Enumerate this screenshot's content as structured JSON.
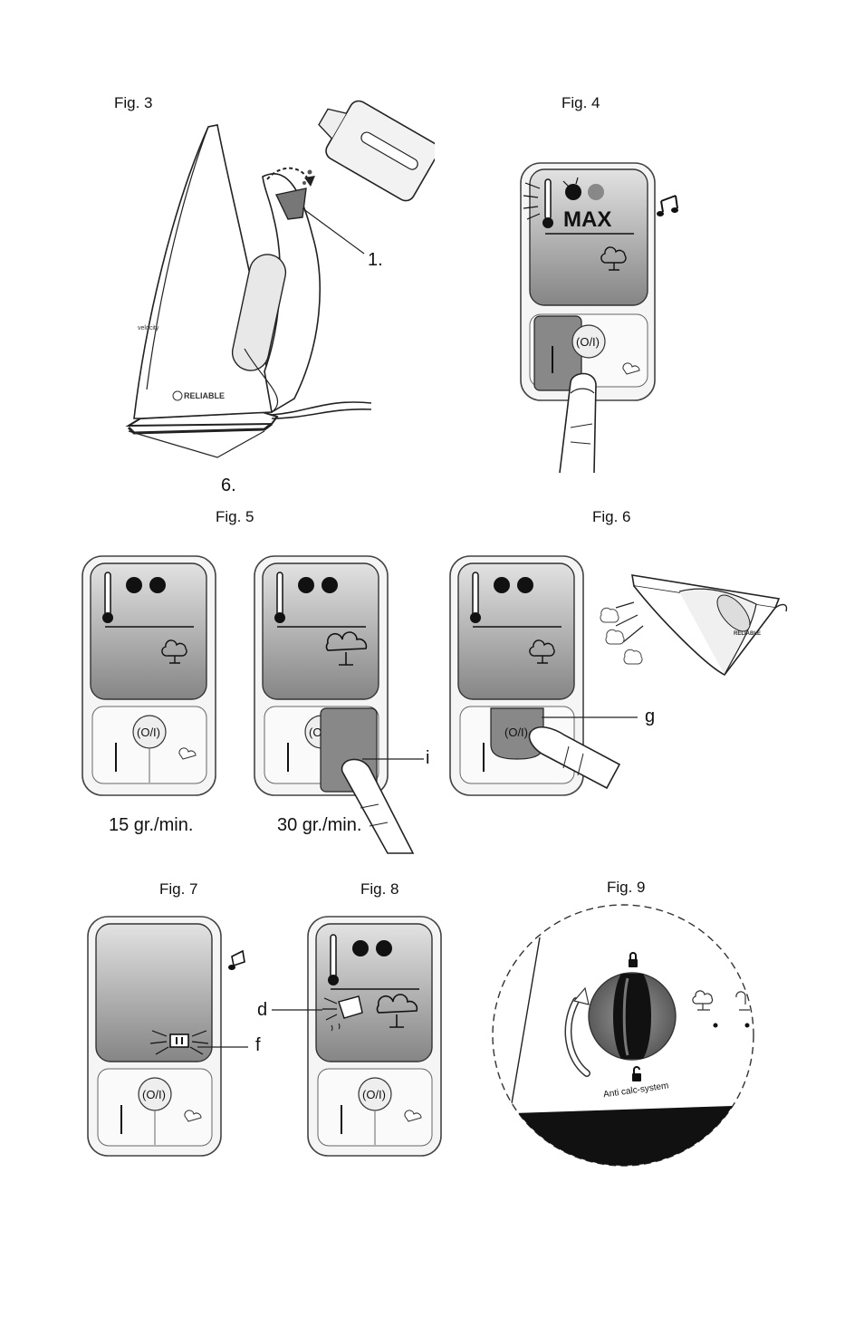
{
  "figures": {
    "fig3": {
      "title": "Fig. 3",
      "callout_1": "1.",
      "callout_6": "6.",
      "brand": "RELIABLE",
      "model": "velocity"
    },
    "fig4": {
      "title": "Fig. 4",
      "max_text": "MAX"
    },
    "fig5": {
      "title": "Fig. 5",
      "rate_low": "15 gr./min.",
      "rate_high": "30 gr./min.",
      "callout_i": "i"
    },
    "fig6": {
      "title": "Fig. 6",
      "callout_g": "g",
      "brand": "RELIABLE"
    },
    "fig7": {
      "title": "Fig. 7",
      "callout_f": "f"
    },
    "fig8": {
      "title": "Fig. 8",
      "callout_d": "d"
    },
    "fig9": {
      "title": "Fig. 9",
      "dial_label": "Anti calc-system"
    }
  },
  "colors": {
    "line": "#333333",
    "dark": "#111111",
    "panel_top": "#d9d9d9",
    "panel_bottom": "#8a8a8a",
    "shell": "#f4f4f4"
  }
}
